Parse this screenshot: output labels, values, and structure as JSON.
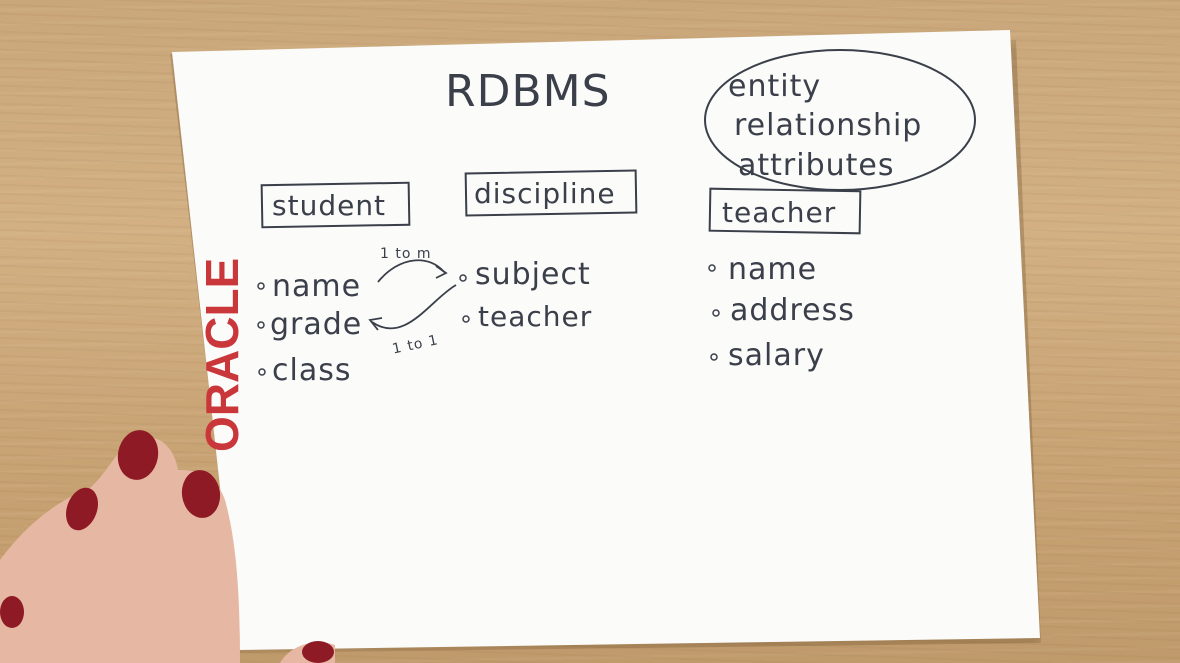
{
  "title": "RDBMS",
  "concepts": [
    "entity",
    "relationship",
    "attributes"
  ],
  "entities": [
    {
      "name": "student",
      "attributes": [
        "name",
        "grade",
        "class"
      ]
    },
    {
      "name": "discipline",
      "attributes": [
        "subject",
        "teacher"
      ]
    },
    {
      "name": "teacher",
      "attributes": [
        "name",
        "address",
        "salary"
      ]
    }
  ],
  "relationships": [
    {
      "label": "1 to m"
    },
    {
      "label": "1 to 1"
    }
  ],
  "logo": "ORACLE",
  "colors": {
    "ink": "#3a3f4a",
    "logo_red": "#c9373b",
    "paper": "#fbfbfa",
    "table": "#c9a77a",
    "nail_polish": "#8e1a25"
  }
}
